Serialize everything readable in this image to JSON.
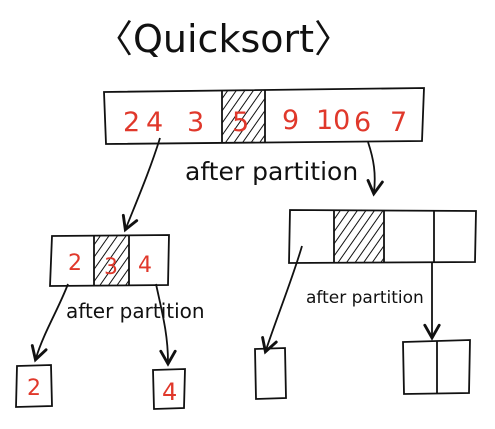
{
  "title": "〈Quicksort〉",
  "colors": {
    "ink": "#111111",
    "red_number": "#e0382b",
    "paper": "#ffffff"
  },
  "top_array": {
    "values": [
      "2",
      "4",
      "3",
      "5",
      "9",
      "10",
      "6",
      "7"
    ],
    "pivot": "5",
    "caption": "after partition"
  },
  "left_sub_array": {
    "values": [
      "2",
      "3",
      "4"
    ],
    "pivot": "3",
    "caption": "after partition"
  },
  "left_leaves": [
    "2",
    "4"
  ],
  "right_sub_array": {
    "caption": "after partition"
  }
}
